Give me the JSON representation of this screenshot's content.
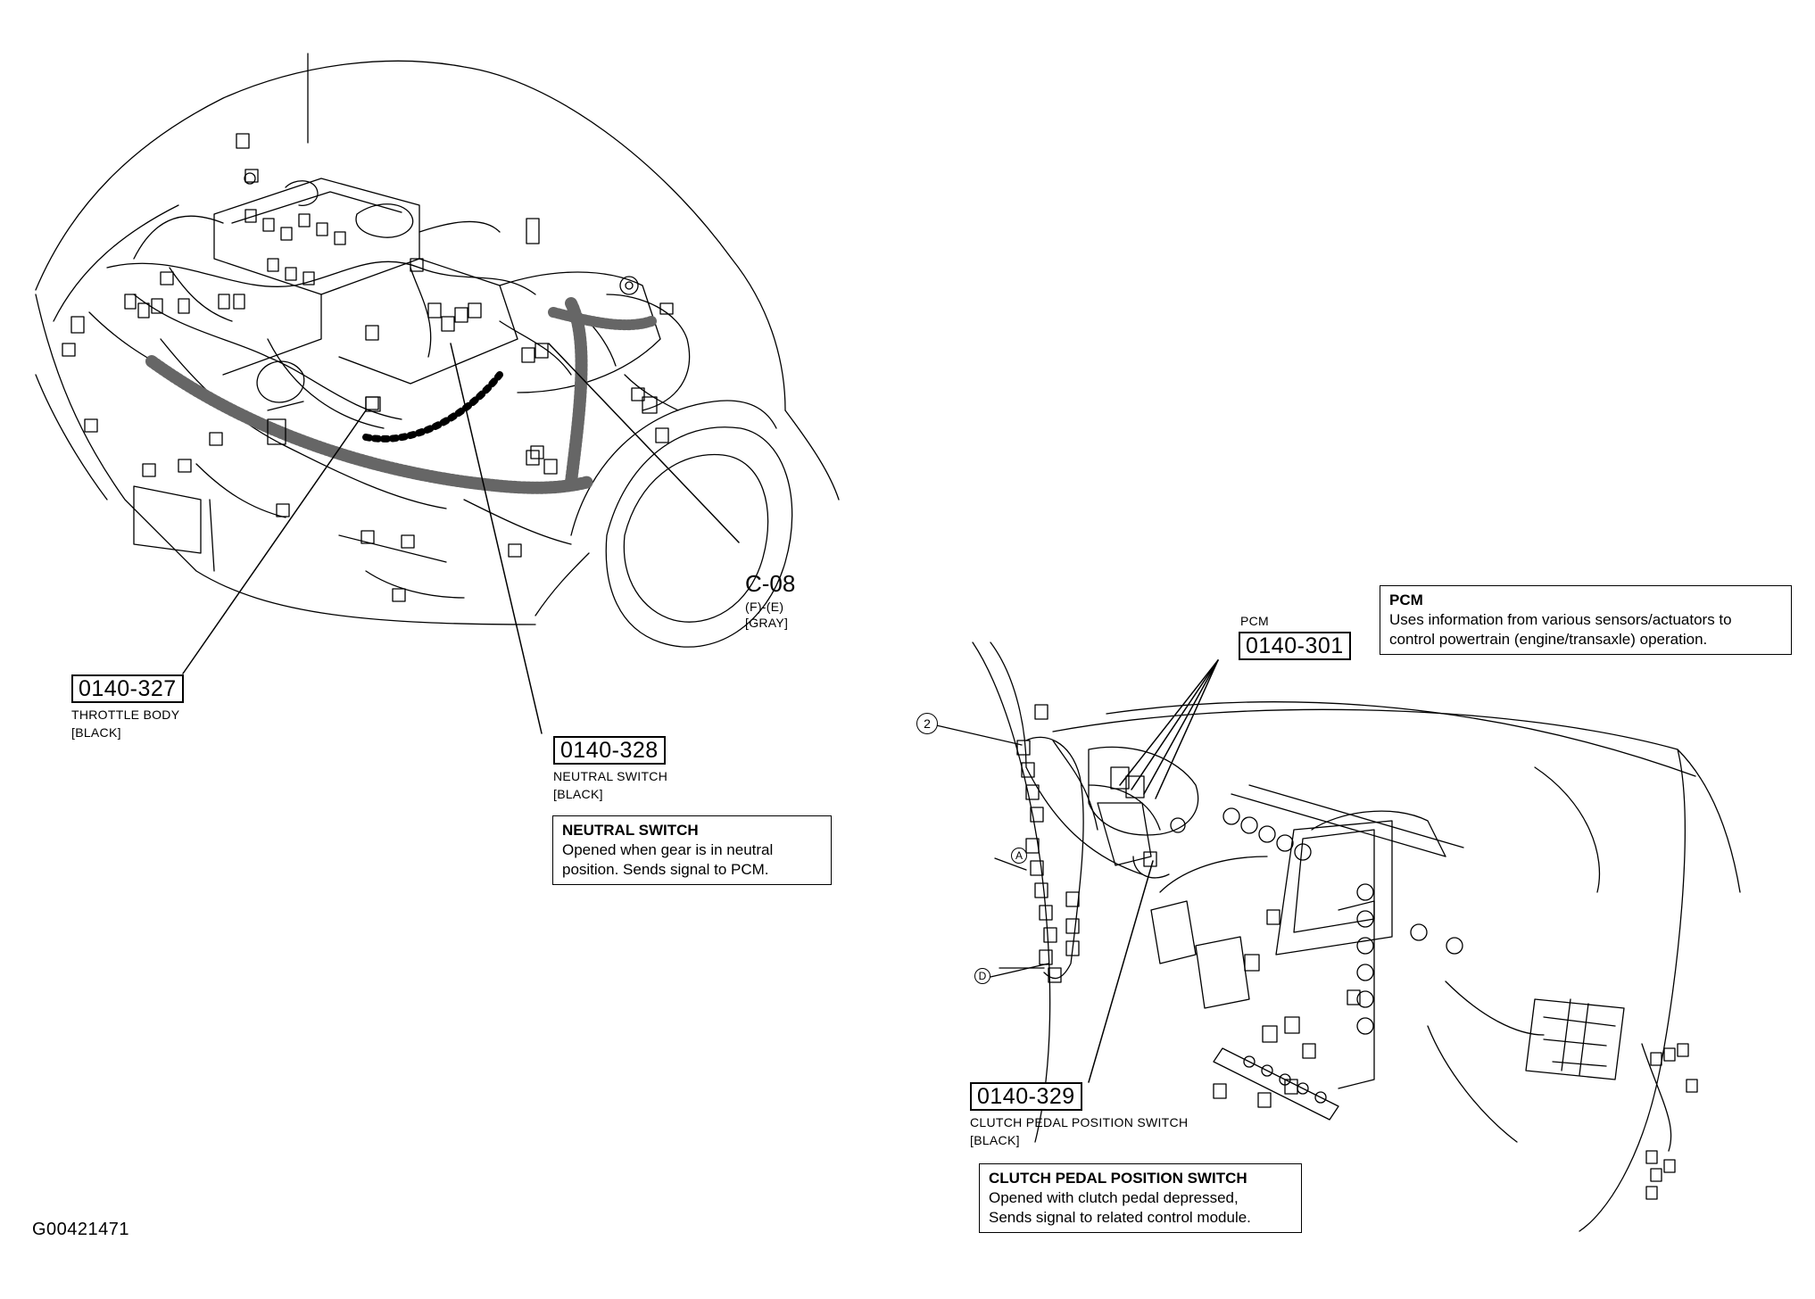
{
  "figure_id": "G00421471",
  "connectors": {
    "throttle_body": {
      "code": "0140-327",
      "name": "THROTTLE BODY",
      "color": "[BLACK]"
    },
    "neutral_switch": {
      "code": "0140-328",
      "name": "NEUTRAL SWITCH",
      "color": "[BLACK]"
    },
    "c08": {
      "code": "C-08",
      "pins": "(F)-(E)",
      "color": "[GRAY]"
    },
    "pcm": {
      "label": "PCM",
      "code": "0140-301"
    },
    "clutch": {
      "code": "0140-329",
      "name": "CLUTCH PEDAL POSITION SWITCH",
      "color": "[BLACK]"
    }
  },
  "info_boxes": {
    "neutral": {
      "title": "NEUTRAL SWITCH",
      "line1": "Opened when gear is in neutral",
      "line2": "position. Sends signal to PCM."
    },
    "pcm": {
      "title": "PCM",
      "line1": "Uses information from various sensors/actuators to",
      "line2": "control powertrain (engine/transaxle) operation."
    },
    "clutch": {
      "title": "CLUTCH PEDAL POSITION SWITCH",
      "line1": "Opened with clutch pedal depressed,",
      "line2": "Sends signal to related control module."
    }
  },
  "markers": {
    "m2": "2",
    "mA": "A",
    "mD": "D"
  }
}
